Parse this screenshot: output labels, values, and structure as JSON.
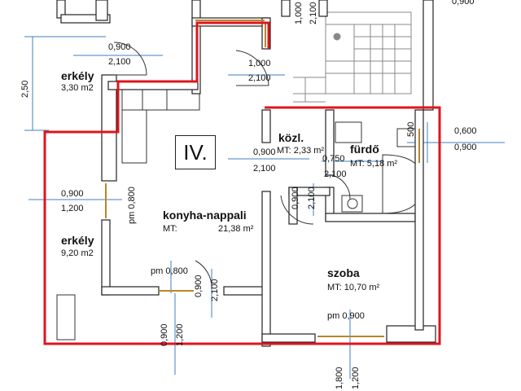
{
  "unit": {
    "label": "IV."
  },
  "colors": {
    "wall": "#ffffff",
    "wall_stroke": "#222222",
    "boundary": "#e0141e",
    "dimension_line": "#3d7fc4",
    "stair_line": "#888888"
  },
  "rooms": {
    "erkely_top": {
      "name": "erkély",
      "area": "3,30 m2"
    },
    "erkely_bottom": {
      "name": "erkély",
      "area": "9,20 m2"
    },
    "kozl": {
      "name": "közl.",
      "area": "MT: 2,33 m²"
    },
    "furdo": {
      "name": "fürdő",
      "area": "MT: 5,18 m²"
    },
    "konyha": {
      "name": "konyha-nappali",
      "mt": "MT:",
      "area": "21,38 m²"
    },
    "szoba": {
      "name": "szoba",
      "area": "MT: 10,70 m²"
    }
  },
  "dimensions": {
    "d1000_top": "1,000",
    "d2100_top": "2,100",
    "d0900_top_right": "0,900",
    "d0900_left": "0,900",
    "d2100_left": "2,100",
    "d250": "2,50",
    "d1000_mid": "1,000",
    "d2100_mid": "2,100",
    "d0600_right": "0,600",
    "d0900_right": "0,900",
    "d0900_kozl": "0,900",
    "d2100_kozl": "2,100",
    "d0750": "0,750",
    "d2100_furdo": "2,100",
    "d0900_erkely": "0,900",
    "d1200_erkely": "1,200",
    "pm0800_vert": "pm 0,800",
    "d0900_vert": "0,900",
    "d2100_vert": "2,100",
    "d500": "500",
    "pm0800": "pm 0,800",
    "d0900_door": "0,900",
    "d2100_door": "2,100",
    "pm0900": "pm 0,900",
    "d0900_bottom": "0,900",
    "d1200_bottom": "1,200",
    "d1800_bottom": "1,800",
    "d1200_bottom2": "1,200"
  }
}
